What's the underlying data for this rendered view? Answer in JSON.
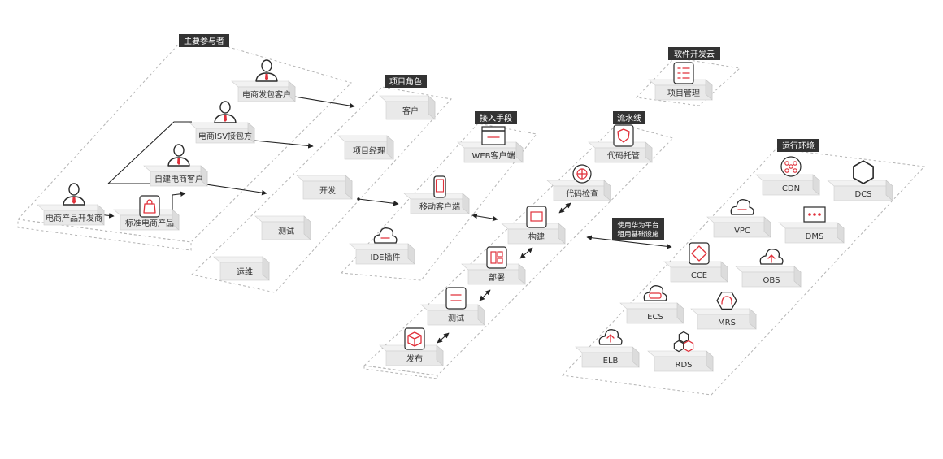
{
  "colors": {
    "accent": "#e0303a",
    "tag_bg": "#333333",
    "tile_top": "#f2f2f2",
    "tile_side": "#dcdcdc",
    "tile_front": "#e9e9e9",
    "panel_border": "#b5b5b5",
    "connector": "#222222"
  },
  "sections": {
    "participants": {
      "title": "主要参与者",
      "items": [
        {
          "id": "ecom-contract-customer",
          "label": "电商发包客户",
          "icon": "person-icon"
        },
        {
          "id": "ecom-isv",
          "label": "电商ISV接包方",
          "icon": "person-icon"
        },
        {
          "id": "self-built-customer",
          "label": "自建电商客户",
          "icon": "person-icon"
        },
        {
          "id": "product-developer",
          "label": "电商产品开发商",
          "icon": "person-icon"
        },
        {
          "id": "standard-product",
          "label": "标准电商产品",
          "icon": "shopping-bag-icon"
        }
      ]
    },
    "roles": {
      "title": "项目角色",
      "items": [
        {
          "id": "customer",
          "label": "客户"
        },
        {
          "id": "pm",
          "label": "项目经理"
        },
        {
          "id": "dev",
          "label": "开发"
        },
        {
          "id": "test",
          "label": "测试"
        },
        {
          "id": "ops",
          "label": "运维"
        }
      ]
    },
    "access": {
      "title": "接入手段",
      "items": [
        {
          "id": "web-client",
          "label": "WEB客户端",
          "icon": "browser-window-icon"
        },
        {
          "id": "mobile-client",
          "label": "移动客户端",
          "icon": "mobile-phone-icon"
        },
        {
          "id": "ide-plugin",
          "label": "IDE插件",
          "icon": "cloud-icon"
        }
      ]
    },
    "pipeline": {
      "title": "流水线",
      "items": [
        {
          "id": "code-hosting",
          "label": "代码托管",
          "icon": "shield-icon"
        },
        {
          "id": "code-check",
          "label": "代码检查",
          "icon": "scan-target-icon"
        },
        {
          "id": "build",
          "label": "构建",
          "icon": "build-window-icon"
        },
        {
          "id": "deploy",
          "label": "部署",
          "icon": "deploy-grid-icon"
        },
        {
          "id": "testing",
          "label": "测试",
          "icon": "test-list-icon"
        },
        {
          "id": "release",
          "label": "发布",
          "icon": "package-box-icon"
        }
      ]
    },
    "devcloud": {
      "title": "软件开发云",
      "items": [
        {
          "id": "project-mgmt",
          "label": "项目管理",
          "icon": "checklist-icon"
        }
      ]
    },
    "runtime": {
      "title": "运行环境",
      "note": [
        "使用华为平台",
        "租用基础设施"
      ],
      "items": [
        {
          "id": "cdn",
          "label": "CDN",
          "icon": "network-nodes-icon"
        },
        {
          "id": "dcs",
          "label": "DCS",
          "icon": "hexagon-icon"
        },
        {
          "id": "vpc",
          "label": "VPC",
          "icon": "cloud-icon"
        },
        {
          "id": "dms",
          "label": "DMS",
          "icon": "message-dots-icon"
        },
        {
          "id": "cce",
          "label": "CCE",
          "icon": "container-diamond-icon"
        },
        {
          "id": "obs",
          "label": "OBS",
          "icon": "cloud-upload-icon"
        },
        {
          "id": "ecs",
          "label": "ECS",
          "icon": "server-cloud-icon"
        },
        {
          "id": "mrs",
          "label": "MRS",
          "icon": "elephant-hexagon-icon"
        },
        {
          "id": "elb",
          "label": "ELB",
          "icon": "load-balancer-cloud-icon"
        },
        {
          "id": "rds",
          "label": "RDS",
          "icon": "hexagon-cluster-icon"
        }
      ]
    }
  }
}
